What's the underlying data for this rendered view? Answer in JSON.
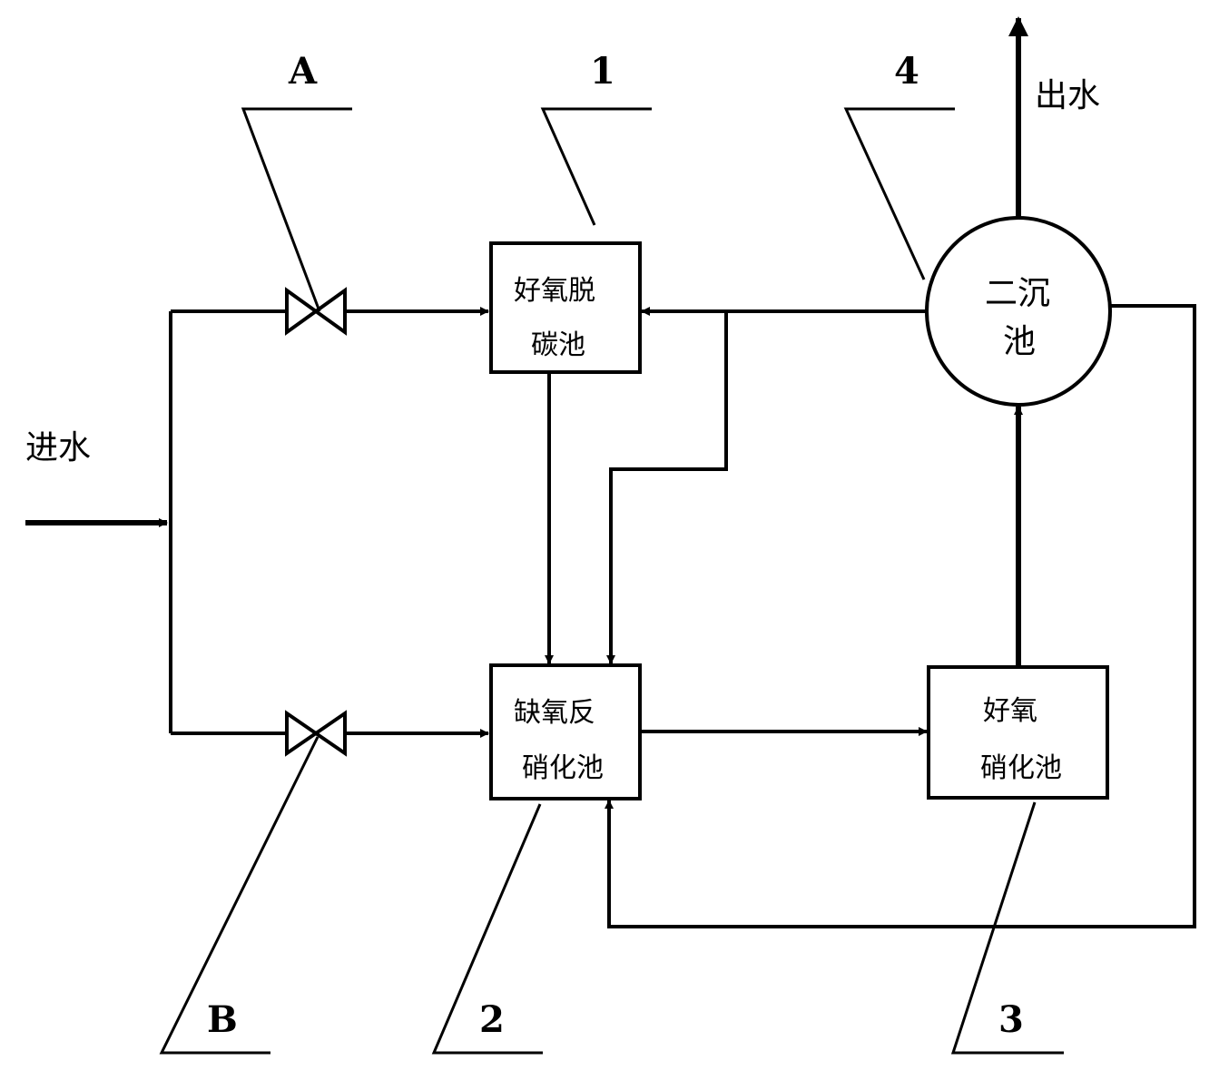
{
  "inlet_label": "进水",
  "outlet_label": "出水",
  "units": {
    "tank1": {
      "line1": "好氧脱",
      "line2": "碳池"
    },
    "tank2": {
      "line1": "缺氧反",
      "line2": "硝化池"
    },
    "tank3": {
      "line1": "好氧",
      "line2": "硝化池"
    },
    "clarifier": {
      "line1": "二沉",
      "line2": "池"
    }
  },
  "markers": {
    "A": "A",
    "B": "B",
    "m1": "1",
    "m2": "2",
    "m3": "3",
    "m4": "4"
  }
}
